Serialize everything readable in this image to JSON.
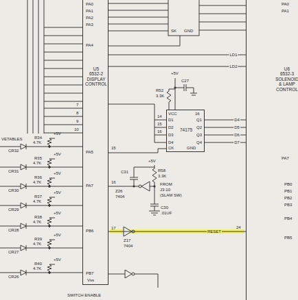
{
  "diagram": {
    "nodes": [
      {
        "text": [
          "U5",
          "6532-2 DISPLAY CONTROL"
        ]
      },
      {
        "text": [
          "U6",
          "6532-3 SOLENOID & LAMP CONTROL"
        ]
      },
      {
        "text": [
          "74175"
        ]
      }
    ],
    "edges": [
      {
        "from": 0,
        "to": 1,
        "label": "LD1",
        "arrow": "none"
      },
      {
        "from": 0,
        "to": 1,
        "label": "LD2",
        "arrow": "none"
      },
      {
        "from": 0,
        "to": 2,
        "arrow": "none"
      },
      {
        "from": 0,
        "to": 1,
        "label": "RESET",
        "arrow": "none"
      },
      {
        "from": 2,
        "to": 1,
        "label": "D4",
        "arrow": "none"
      },
      {
        "from": 2,
        "to": 1,
        "label": "D5",
        "arrow": "none"
      },
      {
        "from": 2,
        "to": 1,
        "label": "D6",
        "arrow": "none"
      },
      {
        "from": 2,
        "to": 1,
        "label": "D7",
        "arrow": "none"
      }
    ],
    "labels": [
      "R34",
      "4.7K",
      "CR32",
      "+5V",
      "R35",
      "4.7K",
      "CR31",
      "+5V",
      "R36",
      "4.7K",
      "CR30",
      "+5V",
      "R37",
      "4.7K",
      "CR29",
      "+5V",
      "R38",
      "4.7K",
      "CR28",
      "+5V",
      "R39",
      "4.7K",
      "CR27",
      "+5V",
      "R40",
      "4.7K",
      "CR26",
      "+5V",
      "VETABLES",
      "PA0",
      "PA1",
      "PA2",
      "PA3",
      "PA4",
      "7",
      "8",
      "9",
      "10",
      "PA5",
      "15",
      "PA7",
      "16",
      "PB6",
      "17",
      "PB7",
      "Vss",
      "SWITCH ENABLE",
      "SK",
      "GND",
      "+5V",
      "C27",
      "R52",
      "3.3K",
      "14",
      "15",
      "16",
      "VCC",
      "16",
      "D1",
      "Q1",
      "D2",
      "Q2",
      "D3",
      "Q3",
      "D4",
      "Q4",
      "CK",
      "GND",
      "+5V",
      "C31",
      "R58",
      "3.3K",
      "Z26",
      "7404",
      "FROM",
      "J3-10",
      "(SLAM SW)",
      "C30",
      ".01UF",
      "Z17",
      "7404",
      "24",
      "PA0",
      "PA1",
      "PA7",
      "PB0",
      "PB1",
      "PB2",
      "PB3",
      "PB4",
      "PB5"
    ]
  }
}
